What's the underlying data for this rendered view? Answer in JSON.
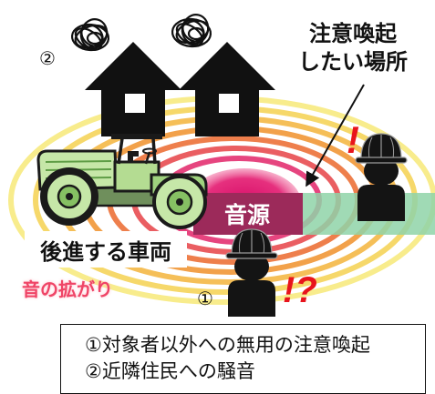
{
  "diagram": {
    "neighbors_marker": "②",
    "worker_marker": "①",
    "callout": {
      "line1": "注意喚起",
      "line2": "したい場所"
    },
    "source_label": "音源",
    "vehicle_label": "後進する車両",
    "spread_label": "音の拡がり",
    "alert_right_worker": "!",
    "alert_front_worker": "!?"
  },
  "legend": {
    "item1": "①対象者以外への無用の注意喚起",
    "item2": "②近隣住民への騒音"
  },
  "icons": {
    "houses": "house-icon",
    "noise": "noise-scribble-icon",
    "vehicle": "road-roller-icon",
    "workers": "worker-helmet-icon",
    "pointer": "arrow-icon"
  },
  "colors": {
    "alert": "#e8141c",
    "spread_text": "#ef4466",
    "source_core": "#e0186e",
    "source_label_bg": "#9c2a5a",
    "target_band": "#8fd3a8",
    "vehicle_body": "#c6e7a8",
    "rings": [
      "#f8ec8c",
      "#f6d86a",
      "#f5bf58",
      "#f2a14a",
      "#ee7f4c",
      "#ea5e62",
      "#e6457f"
    ]
  }
}
